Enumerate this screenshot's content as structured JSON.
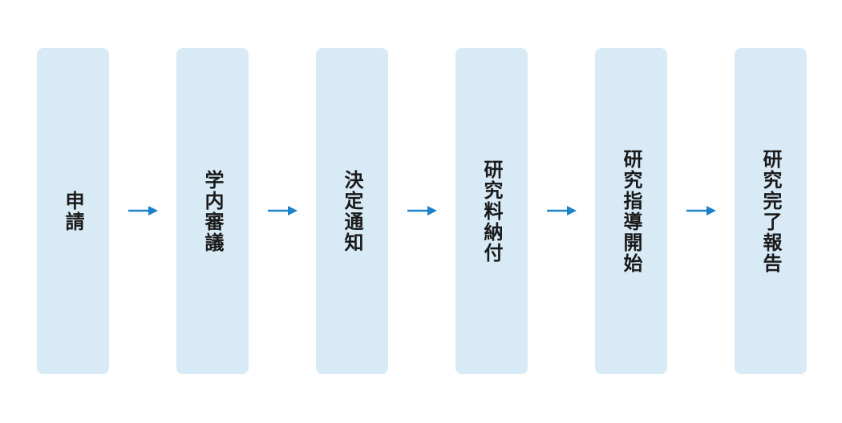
{
  "flow": {
    "arrow_color": "#1b82c8",
    "box_color": "#d8eaf6",
    "steps": [
      {
        "label": "申請"
      },
      {
        "label": "学内審議"
      },
      {
        "label": "決定通知"
      },
      {
        "label": "研究料納付"
      },
      {
        "label": "研究指導開始"
      },
      {
        "label": "研究完了報告"
      }
    ],
    "arrow_icon": "right-arrow-icon"
  }
}
